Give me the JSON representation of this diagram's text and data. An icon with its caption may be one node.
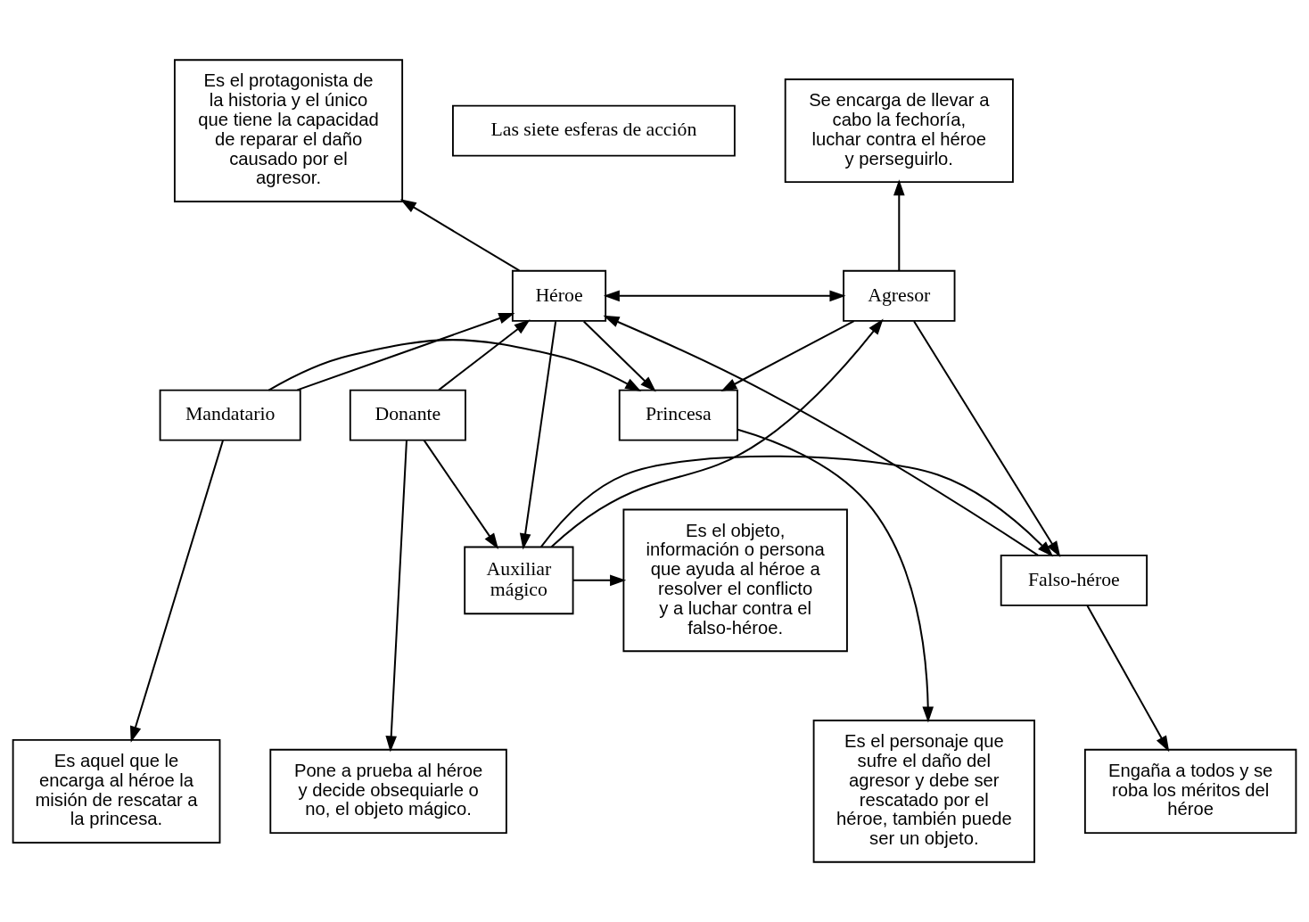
{
  "diagram": {
    "nodes": [
      {
        "text": [
          "Las siete esferas de acción"
        ]
      },
      {
        "text": [
          "Es el protagonista de la historia y el único que tiene la capacidad de reparar el daño causado por el agresor."
        ]
      },
      {
        "text": [
          "Se encarga de llevar a cabo la fechoría, luchar contra el héroe y perseguirlo."
        ]
      },
      {
        "text": [
          "Héroe"
        ]
      },
      {
        "text": [
          "Agresor"
        ]
      },
      {
        "text": [
          "Es el objeto, información o persona que ayuda al héroe a resolver el conflicto y a luchar contra el falso-héroe."
        ]
      },
      {
        "text": [
          "Auxiliar mágico"
        ]
      },
      {
        "text": [
          "Falso-héroe"
        ]
      },
      {
        "text": [
          "Princesa"
        ]
      },
      {
        "text": [
          "Mandatario"
        ]
      },
      {
        "text": [
          "Donante"
        ]
      },
      {
        "text": [
          "Engaña a todos y se roba los méritos del héroe"
        ]
      },
      {
        "text": [
          "Es el personaje que sufre el daño del agresor y debe ser rescatado por el héroe, también puede ser un objeto."
        ]
      },
      {
        "text": [
          "Es aquel que le encarga al héroe la misión de rescatar a la princesa."
        ]
      },
      {
        "text": [
          "Pone a prueba al héroe y decide obsequiarle o no, el objeto mágico."
        ]
      }
    ],
    "edges": [
      {
        "from": 3,
        "to": 1,
        "arrow": "to"
      },
      {
        "from": 3,
        "to": 4,
        "arrow": "both"
      },
      {
        "from": 4,
        "to": 2,
        "arrow": "to"
      },
      {
        "from": 3,
        "to": 6,
        "arrow": "to"
      },
      {
        "from": 3,
        "to": 8,
        "arrow": "to"
      },
      {
        "from": 6,
        "to": 4,
        "arrow": "to"
      },
      {
        "from": 6,
        "to": 7,
        "arrow": "to"
      },
      {
        "from": 6,
        "to": 5,
        "arrow": "to"
      },
      {
        "from": 4,
        "to": 8,
        "arrow": "to"
      },
      {
        "from": 4,
        "to": 7,
        "arrow": "to"
      },
      {
        "from": 7,
        "to": 3,
        "arrow": "to"
      },
      {
        "from": 9,
        "to": 3,
        "arrow": "to"
      },
      {
        "from": 9,
        "to": 8,
        "arrow": "to"
      },
      {
        "from": 10,
        "to": 6,
        "arrow": "to"
      },
      {
        "from": 10,
        "to": 3,
        "arrow": "to"
      },
      {
        "from": 7,
        "to": 11,
        "arrow": "to"
      },
      {
        "from": 8,
        "to": 12,
        "arrow": "to"
      },
      {
        "from": 9,
        "to": 13,
        "arrow": "to"
      },
      {
        "from": 10,
        "to": 14,
        "arrow": "to"
      }
    ]
  }
}
